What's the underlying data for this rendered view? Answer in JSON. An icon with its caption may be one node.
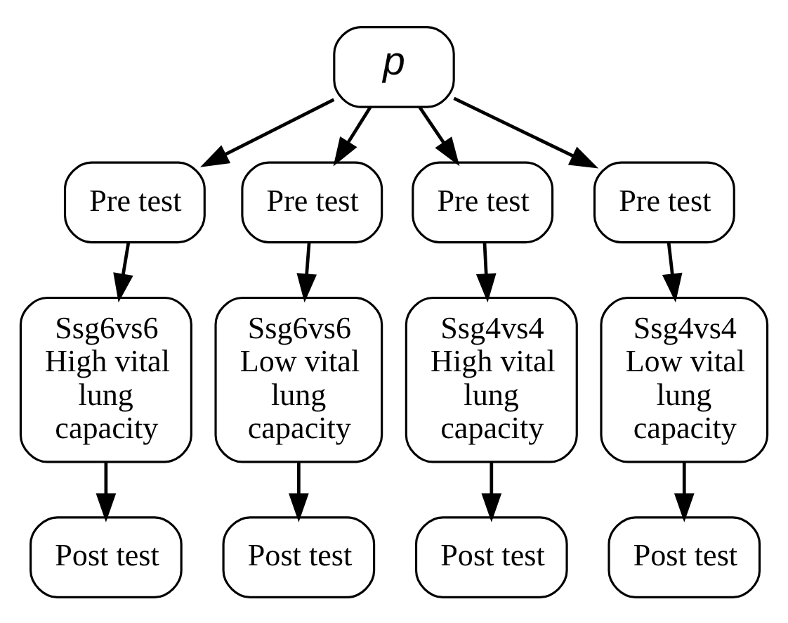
{
  "diagram": {
    "nodes": [
      {
        "text": [
          "p"
        ]
      },
      {
        "text": [
          "Pre test"
        ]
      },
      {
        "text": [
          "Pre test"
        ]
      },
      {
        "text": [
          "Pre test"
        ]
      },
      {
        "text": [
          "Pre test"
        ]
      },
      {
        "text": [
          "Ssg6vs6 High vital lung capacity"
        ]
      },
      {
        "text": [
          "Ssg6vs6 Low vital lung capacity"
        ]
      },
      {
        "text": [
          "Ssg4vs4 High vital lung capacity"
        ]
      },
      {
        "text": [
          "Ssg4vs4 Low vital lung capacity"
        ]
      },
      {
        "text": [
          "Post test"
        ]
      },
      {
        "text": [
          "Post test"
        ]
      },
      {
        "text": [
          "Post test"
        ]
      },
      {
        "text": [
          "Post test"
        ]
      }
    ],
    "edges": [
      {
        "from": 0,
        "to": 1,
        "arrow": "to"
      },
      {
        "from": 0,
        "to": 2,
        "arrow": "to"
      },
      {
        "from": 0,
        "to": 3,
        "arrow": "to"
      },
      {
        "from": 0,
        "to": 4,
        "arrow": "to"
      },
      {
        "from": 1,
        "to": 5,
        "arrow": "to"
      },
      {
        "from": 2,
        "to": 6,
        "arrow": "to"
      },
      {
        "from": 3,
        "to": 7,
        "arrow": "to"
      },
      {
        "from": 4,
        "to": 8,
        "arrow": "to"
      },
      {
        "from": 5,
        "to": 9,
        "arrow": "to"
      },
      {
        "from": 6,
        "to": 10,
        "arrow": "to"
      },
      {
        "from": 7,
        "to": 11,
        "arrow": "to"
      },
      {
        "from": 8,
        "to": 12,
        "arrow": "to"
      }
    ]
  }
}
